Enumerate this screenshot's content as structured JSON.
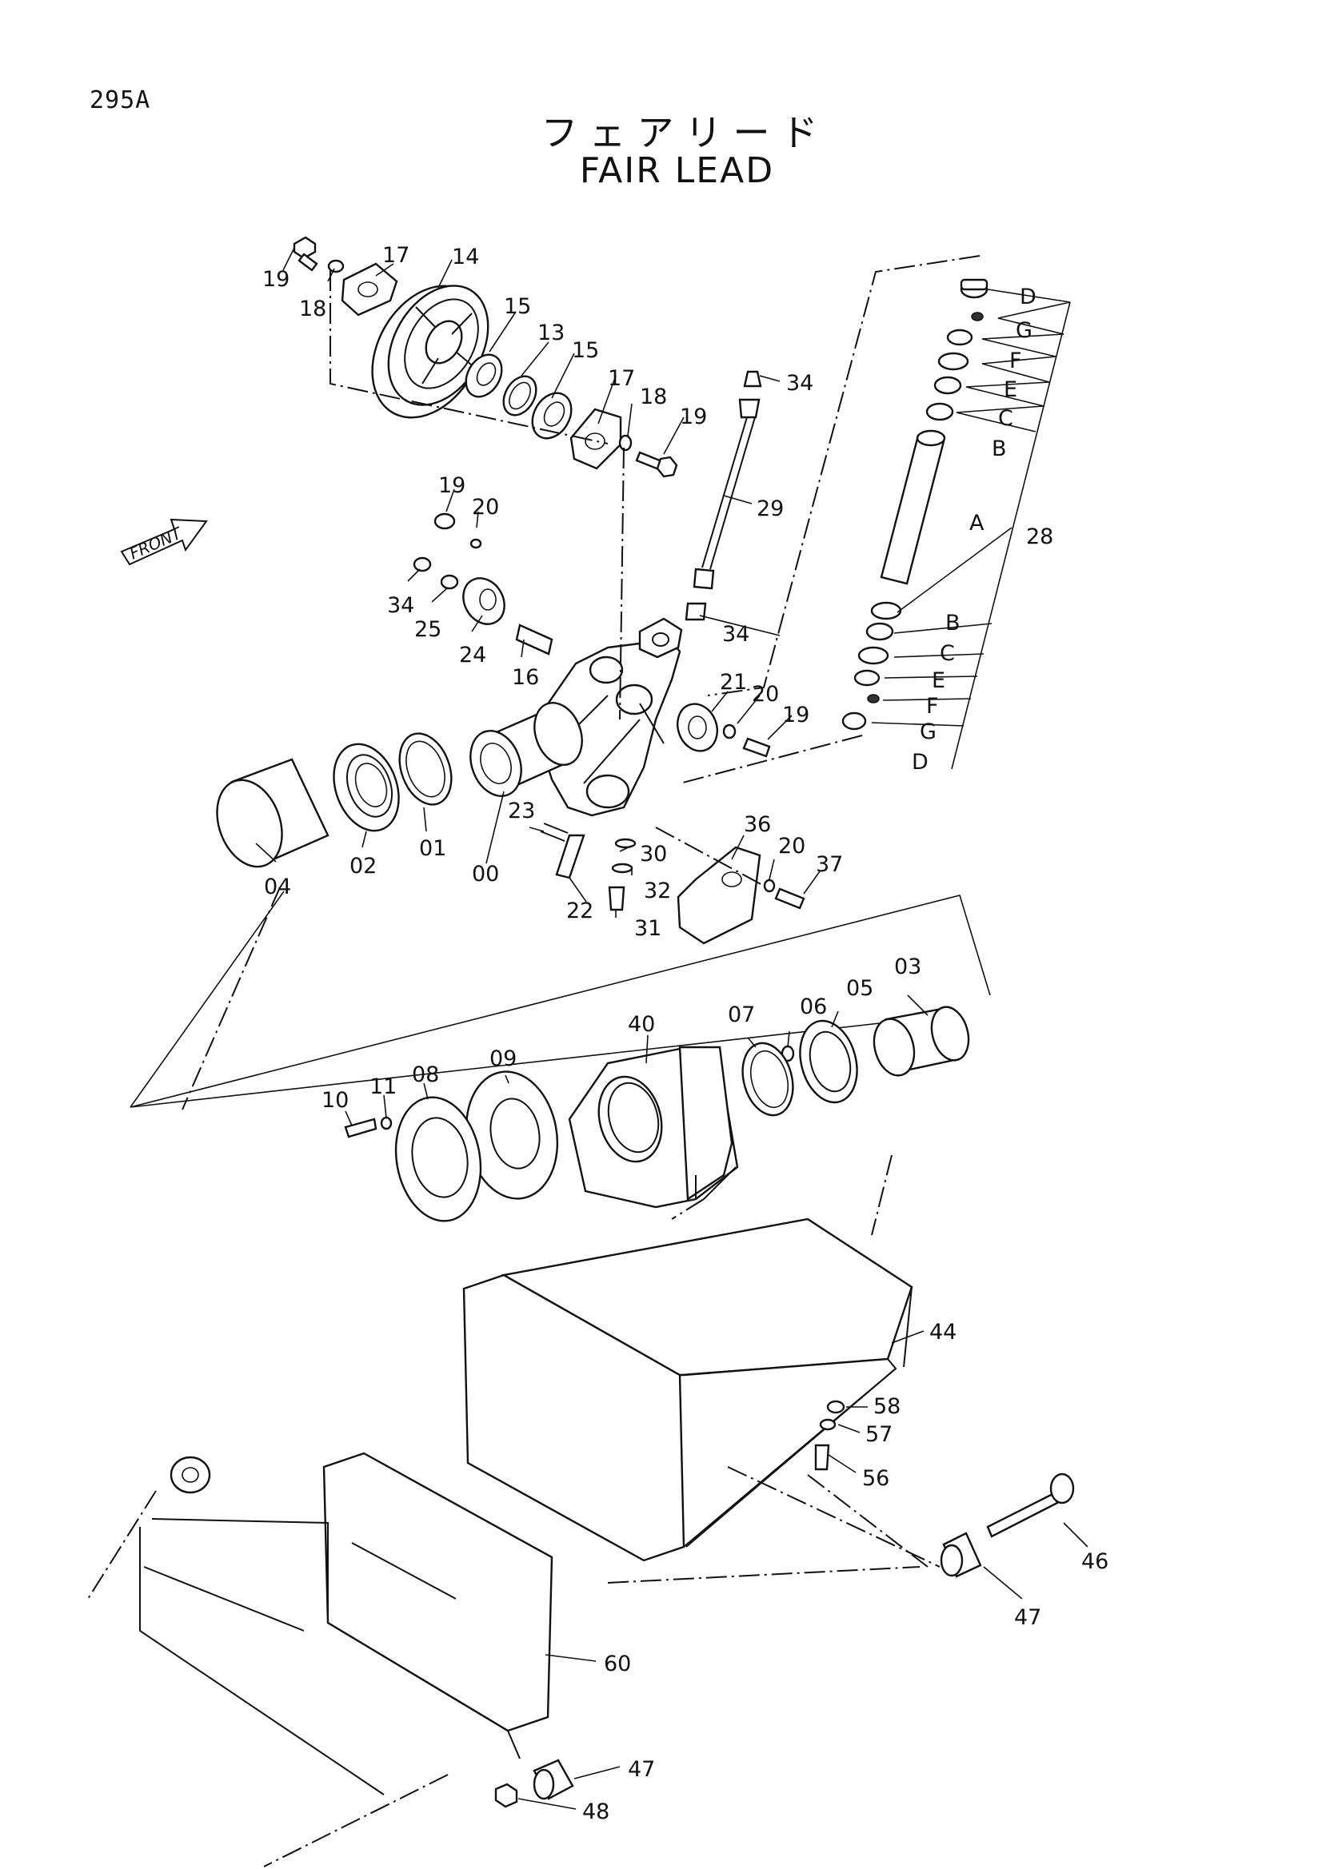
{
  "page": {
    "code": "295A",
    "title_jp": "フェアリード",
    "title_en": "FAIR LEAD",
    "front_arrow": "FRONT"
  },
  "callouts": [
    {
      "id": "c19a",
      "text": "19"
    },
    {
      "id": "c18a",
      "text": "18"
    },
    {
      "id": "c17a",
      "text": "17"
    },
    {
      "id": "c14",
      "text": "14"
    },
    {
      "id": "c15a",
      "text": "15"
    },
    {
      "id": "c13",
      "text": "13"
    },
    {
      "id": "c15b",
      "text": "15"
    },
    {
      "id": "c17b",
      "text": "17"
    },
    {
      "id": "c18b",
      "text": "18"
    },
    {
      "id": "c19b",
      "text": "19"
    },
    {
      "id": "c34a",
      "text": "34"
    },
    {
      "id": "c29",
      "text": "29"
    },
    {
      "id": "c34b",
      "text": "34"
    },
    {
      "id": "c19c",
      "text": "19"
    },
    {
      "id": "c20a",
      "text": "20"
    },
    {
      "id": "c34c",
      "text": "34"
    },
    {
      "id": "c25",
      "text": "25"
    },
    {
      "id": "c24",
      "text": "24"
    },
    {
      "id": "c16",
      "text": "16"
    },
    {
      "id": "c21",
      "text": "21"
    },
    {
      "id": "c20b",
      "text": "20"
    },
    {
      "id": "c19d",
      "text": "19"
    },
    {
      "id": "c04",
      "text": "04"
    },
    {
      "id": "c02",
      "text": "02"
    },
    {
      "id": "c01",
      "text": "01"
    },
    {
      "id": "c00",
      "text": "00"
    },
    {
      "id": "c23",
      "text": "23"
    },
    {
      "id": "c30",
      "text": "30"
    },
    {
      "id": "c32",
      "text": "32"
    },
    {
      "id": "c22",
      "text": "22"
    },
    {
      "id": "c31",
      "text": "31"
    },
    {
      "id": "c36",
      "text": "36"
    },
    {
      "id": "c20c",
      "text": "20"
    },
    {
      "id": "c37",
      "text": "37"
    },
    {
      "id": "cD1",
      "text": "D"
    },
    {
      "id": "cG1",
      "text": "G"
    },
    {
      "id": "cF1",
      "text": "F"
    },
    {
      "id": "cE1",
      "text": "E"
    },
    {
      "id": "cC1",
      "text": "C"
    },
    {
      "id": "cB1",
      "text": "B"
    },
    {
      "id": "cA",
      "text": "A"
    },
    {
      "id": "c28",
      "text": "28"
    },
    {
      "id": "cB2",
      "text": "B"
    },
    {
      "id": "cC2",
      "text": "C"
    },
    {
      "id": "cE2",
      "text": "E"
    },
    {
      "id": "cF2",
      "text": "F"
    },
    {
      "id": "cG2",
      "text": "G"
    },
    {
      "id": "cD2",
      "text": "D"
    },
    {
      "id": "c03",
      "text": "03"
    },
    {
      "id": "c05",
      "text": "05"
    },
    {
      "id": "c06",
      "text": "06"
    },
    {
      "id": "c07",
      "text": "07"
    },
    {
      "id": "c40",
      "text": "40"
    },
    {
      "id": "c09",
      "text": "09"
    },
    {
      "id": "c08",
      "text": "08"
    },
    {
      "id": "c11",
      "text": "11"
    },
    {
      "id": "c10",
      "text": "10"
    },
    {
      "id": "c44",
      "text": "44"
    },
    {
      "id": "c58",
      "text": "58"
    },
    {
      "id": "c57",
      "text": "57"
    },
    {
      "id": "c56",
      "text": "56"
    },
    {
      "id": "c46",
      "text": "46"
    },
    {
      "id": "c47a",
      "text": "47"
    },
    {
      "id": "c60",
      "text": "60"
    },
    {
      "id": "c47b",
      "text": "47"
    },
    {
      "id": "c48",
      "text": "48"
    }
  ]
}
